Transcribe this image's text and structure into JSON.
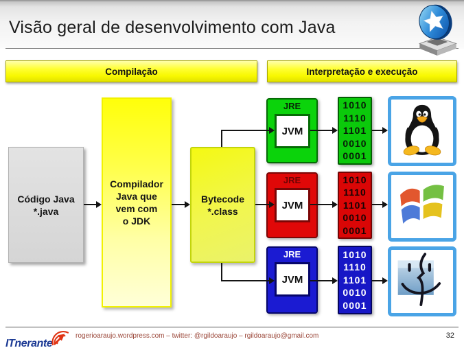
{
  "slide": {
    "title": "Visão geral de desenvolvimento com Java"
  },
  "stage_bars": {
    "compilation_label": "Compilação",
    "interpretation_label": "Interpretação e execução"
  },
  "flow": {
    "source_lines": [
      "Código Java",
      "*.java"
    ],
    "compiler_lines": [
      "Compilador",
      "Java que",
      "vem com",
      "o JDK"
    ],
    "bytecode_lines": [
      "Bytecode",
      "*.class"
    ]
  },
  "runtimes": [
    {
      "os": "linux",
      "jre_label": "JRE",
      "jvm_label": "JVM",
      "binary": [
        "1010",
        "1110",
        "1101",
        "0010",
        "0001"
      ],
      "color": "#0bd30b"
    },
    {
      "os": "windows",
      "jre_label": "JRE",
      "jvm_label": "JVM",
      "binary": [
        "1010",
        "1110",
        "1101",
        "0010",
        "0001"
      ],
      "color": "#e00808"
    },
    {
      "os": "macos",
      "jre_label": "JRE",
      "jvm_label": "JVM",
      "binary": [
        "1010",
        "1110",
        "1101",
        "0010",
        "0001"
      ],
      "color": "#1b1bd2"
    }
  ],
  "footer": {
    "brand": "ITnerante",
    "contact": "rogerioaraujo.wordpress.com – twitter: @rgildoaraujo – rgildoaraujo@gmail.com",
    "page": "32"
  },
  "colors": {
    "bar_yellow": "#f8f800",
    "linux_green": "#0bd30b",
    "windows_red": "#e00808",
    "mac_blue": "#1b1bd2",
    "frame_blue": "#4aa4e6",
    "footer_text": "#9a4638",
    "brand_navy": "#1c3a94",
    "swoosh_red": "#e03414"
  }
}
